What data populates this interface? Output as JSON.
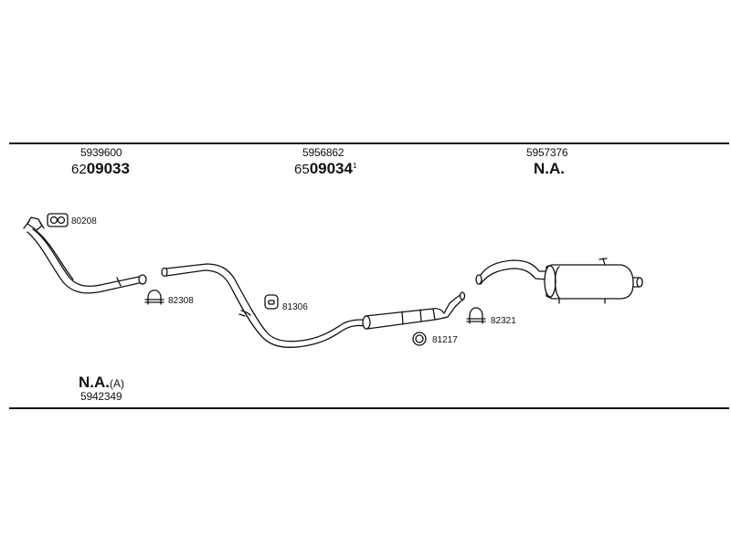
{
  "header_parts": [
    {
      "ref": "5939600",
      "code_prefix": "62",
      "code_bold": "09033",
      "suffix": ""
    },
    {
      "ref": "5956862",
      "code_prefix": "65",
      "code_bold": "09034",
      "suffix": "1"
    },
    {
      "ref": "5957376",
      "code_prefix": "",
      "code_bold": "N.A.",
      "suffix": ""
    }
  ],
  "accessories": {
    "gasket": "80208",
    "clamp_front": "82308",
    "hanger": "81306",
    "ring": "81217",
    "clamp_rear": "82321"
  },
  "footer_part": {
    "code_bold": "N.A.",
    "note": "(A)",
    "ref": "5942349"
  },
  "colors": {
    "line": "#111111",
    "background": "#ffffff"
  }
}
